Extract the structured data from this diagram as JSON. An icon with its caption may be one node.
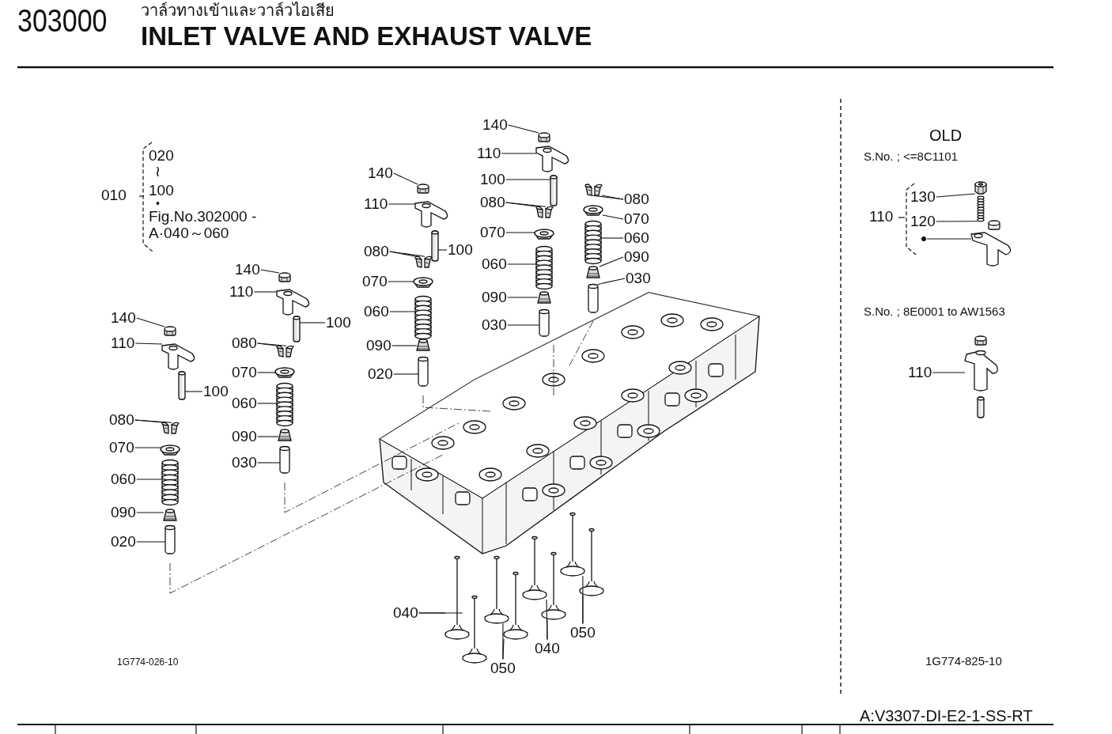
{
  "diagram": {
    "title": "INLET VALVE AND EXHAUST VALVE",
    "nodes": [
      {
        "text": [
          "140"
        ]
      },
      {
        "text": [
          "110"
        ]
      },
      {
        "text": [
          "100"
        ]
      },
      {
        "text": [
          "080"
        ]
      },
      {
        "text": [
          "070"
        ]
      },
      {
        "text": [
          "060"
        ]
      },
      {
        "text": [
          "090"
        ]
      },
      {
        "text": [
          "020"
        ]
      },
      {
        "text": [
          "140"
        ]
      },
      {
        "text": [
          "110"
        ]
      },
      {
        "text": [
          "100"
        ]
      },
      {
        "text": [
          "080"
        ]
      },
      {
        "text": [
          "070"
        ]
      },
      {
        "text": [
          "060"
        ]
      },
      {
        "text": [
          "090"
        ]
      },
      {
        "text": [
          "030"
        ]
      },
      {
        "text": [
          "140"
        ]
      },
      {
        "text": [
          "110"
        ]
      },
      {
        "text": [
          "100"
        ]
      },
      {
        "text": [
          "080"
        ]
      },
      {
        "text": [
          "070"
        ]
      },
      {
        "text": [
          "060"
        ]
      },
      {
        "text": [
          "090"
        ]
      },
      {
        "text": [
          "020"
        ]
      },
      {
        "text": [
          "140"
        ]
      },
      {
        "text": [
          "110"
        ]
      },
      {
        "text": [
          "100"
        ]
      },
      {
        "text": [
          "080"
        ]
      },
      {
        "text": [
          "070"
        ]
      },
      {
        "text": [
          "060"
        ]
      },
      {
        "text": [
          "090"
        ]
      },
      {
        "text": [
          "030"
        ]
      },
      {
        "text": [
          "080"
        ]
      },
      {
        "text": [
          "070"
        ]
      },
      {
        "text": [
          "060"
        ]
      },
      {
        "text": [
          "090"
        ]
      },
      {
        "text": [
          "030"
        ]
      },
      {
        "text": [
          "040"
        ]
      },
      {
        "text": [
          "050"
        ]
      },
      {
        "text": [
          "040"
        ]
      },
      {
        "text": [
          "050"
        ]
      },
      {
        "text": [
          "130"
        ]
      },
      {
        "text": [
          "120"
        ]
      },
      {
        "text": [],
        "shape": "circle"
      },
      {
        "text": [
          "110"
        ]
      },
      {
        "text": [],
        "shape": "picture"
      },
      {
        "text": [],
        "shape": "picture"
      },
      {
        "text": [],
        "shape": "picture"
      },
      {
        "text": [],
        "shape": "picture"
      },
      {
        "text": [],
        "shape": "picture"
      },
      {
        "text": [],
        "shape": "picture"
      },
      {
        "text": [],
        "shape": "picture"
      },
      {
        "text": [],
        "shape": "picture"
      },
      {
        "text": [],
        "shape": "picture"
      },
      {
        "text": [],
        "shape": "picture"
      },
      {
        "text": [],
        "shape": "picture"
      },
      {
        "text": [],
        "shape": "picture"
      },
      {
        "text": [],
        "shape": "picture"
      },
      {
        "text": [],
        "shape": "picture"
      },
      {
        "text": [],
        "shape": "picture"
      },
      {
        "text": [],
        "shape": "picture"
      },
      {
        "text": [],
        "shape": "picture"
      },
      {
        "text": [],
        "shape": "picture"
      },
      {
        "text": [],
        "shape": "picture"
      },
      {
        "text": [],
        "shape": "picture"
      },
      {
        "text": [],
        "shape": "picture"
      },
      {
        "text": [],
        "shape": "picture"
      },
      {
        "text": [],
        "shape": "picture"
      },
      {
        "text": [],
        "shape": "picture"
      },
      {
        "text": [],
        "shape": "picture"
      },
      {
        "text": [],
        "shape": "picture"
      },
      {
        "text": [],
        "shape": "picture"
      },
      {
        "text": [],
        "shape": "picture"
      },
      {
        "text": [],
        "shape": "picture"
      },
      {
        "text": [],
        "shape": "picture"
      },
      {
        "text": [],
        "shape": "picture"
      },
      {
        "text": [],
        "shape": "picture"
      },
      {
        "text": [],
        "shape": "picture"
      },
      {
        "text": [],
        "shape": "picture"
      },
      {
        "text": [],
        "shape": "picture"
      },
      {
        "text": [],
        "shape": "picture"
      },
      {
        "text": [],
        "shape": "picture"
      },
      {
        "text": [],
        "shape": "picture"
      },
      {
        "text": [],
        "shape": "picture"
      },
      {
        "text": [],
        "shape": "picture"
      },
      {
        "text": [],
        "shape": "picture"
      },
      {
        "text": [],
        "shape": "picture"
      },
      {
        "text": [],
        "shape": "picture"
      },
      {
        "text": [],
        "shape": "picture"
      },
      {
        "text": [],
        "shape": "picture"
      },
      {
        "text": [],
        "shape": "picture"
      },
      {
        "text": [],
        "shape": "picture"
      },
      {
        "text": [],
        "shape": "picture"
      },
      {
        "text": [],
        "shape": "picture"
      },
      {
        "text": [],
        "shape": "picture"
      },
      {
        "text": [],
        "shape": "picture"
      },
      {
        "text": [],
        "shape": "picture"
      },
      {
        "text": [],
        "shape": "picture"
      },
      {
        "text": [],
        "shape": "picture"
      },
      {
        "text": [],
        "shape": "picture"
      }
    ],
    "edges": [
      {
        "from": 0,
        "to": 45,
        "arrow": "none"
      },
      {
        "from": 1,
        "to": 46,
        "arrow": "none"
      },
      {
        "from": 2,
        "to": 47,
        "arrow": "none"
      },
      {
        "from": 3,
        "to": 48,
        "arrow": "none"
      },
      {
        "from": 3,
        "to": 49,
        "arrow": "none"
      },
      {
        "from": 4,
        "to": 50,
        "arrow": "none"
      },
      {
        "from": 5,
        "to": 51,
        "arrow": "none"
      },
      {
        "from": 6,
        "to": 52,
        "arrow": "none"
      },
      {
        "from": 7,
        "to": 53,
        "arrow": "none"
      },
      {
        "from": 8,
        "to": 54,
        "arrow": "none"
      },
      {
        "from": 9,
        "to": 55,
        "arrow": "none"
      },
      {
        "from": 10,
        "to": 56,
        "arrow": "none"
      },
      {
        "from": 11,
        "to": 57,
        "arrow": "none"
      },
      {
        "from": 11,
        "to": 58,
        "arrow": "none"
      },
      {
        "from": 12,
        "to": 59,
        "arrow": "none"
      },
      {
        "from": 13,
        "to": 60,
        "arrow": "none"
      },
      {
        "from": 14,
        "to": 61,
        "arrow": "none"
      },
      {
        "from": 15,
        "to": 62,
        "arrow": "none"
      },
      {
        "from": 16,
        "to": 63,
        "arrow": "none"
      },
      {
        "from": 17,
        "to": 64,
        "arrow": "none"
      },
      {
        "from": 18,
        "to": 65,
        "arrow": "none"
      },
      {
        "from": 19,
        "to": 66,
        "arrow": "none"
      },
      {
        "from": 19,
        "to": 67,
        "arrow": "none"
      },
      {
        "from": 20,
        "to": 68,
        "arrow": "none"
      },
      {
        "from": 21,
        "to": 69,
        "arrow": "none"
      },
      {
        "from": 22,
        "to": 70,
        "arrow": "none"
      },
      {
        "from": 23,
        "to": 71,
        "arrow": "none"
      },
      {
        "from": 24,
        "to": 72,
        "arrow": "none"
      },
      {
        "from": 25,
        "to": 73,
        "arrow": "none"
      },
      {
        "from": 26,
        "to": 74,
        "arrow": "none"
      },
      {
        "from": 27,
        "to": 75,
        "arrow": "none"
      },
      {
        "from": 27,
        "to": 76,
        "arrow": "none"
      },
      {
        "from": 28,
        "to": 77,
        "arrow": "none"
      },
      {
        "from": 29,
        "to": 78,
        "arrow": "none"
      },
      {
        "from": 30,
        "to": 79,
        "arrow": "none"
      },
      {
        "from": 31,
        "to": 80,
        "arrow": "none"
      },
      {
        "from": 32,
        "to": 81,
        "arrow": "none"
      },
      {
        "from": 32,
        "to": 82,
        "arrow": "none"
      },
      {
        "from": 33,
        "to": 83,
        "arrow": "none"
      },
      {
        "from": 34,
        "to": 84,
        "arrow": "none"
      },
      {
        "from": 35,
        "to": 85,
        "arrow": "none"
      },
      {
        "from": 36,
        "to": 86,
        "arrow": "none"
      },
      {
        "from": 37,
        "to": 87,
        "arrow": "none"
      },
      {
        "from": 37,
        "to": 88,
        "arrow": "none"
      },
      {
        "from": 38,
        "to": 89,
        "arrow": "none"
      },
      {
        "from": 38,
        "to": 90,
        "arrow": "none"
      },
      {
        "from": 39,
        "to": 91,
        "arrow": "none"
      },
      {
        "from": 39,
        "to": 92,
        "arrow": "none"
      },
      {
        "from": 40,
        "to": 93,
        "arrow": "none"
      },
      {
        "from": 40,
        "to": 94,
        "arrow": "none"
      },
      {
        "from": 41,
        "to": 95,
        "arrow": "none"
      },
      {
        "from": 42,
        "to": 96,
        "arrow": "none"
      },
      {
        "from": 43,
        "to": 97,
        "arrow": "none"
      },
      {
        "from": 44,
        "to": 98,
        "arrow": "none"
      }
    ],
    "labels": [
      "303000",
      "วาล์วทางเข้าและวาล์วไอเสีย",
      "010",
      "020",
      "≀",
      "100",
      "•",
      "Fig.No.302000 -A·040～060",
      "OLD",
      "S.No. ; <=8C1101",
      "110",
      "S.No. ; 8E0001 to AW1563",
      "1G774-026-10",
      "1G774-825-10",
      "A:V3307-DI-E2-1-SS-RT"
    ]
  }
}
